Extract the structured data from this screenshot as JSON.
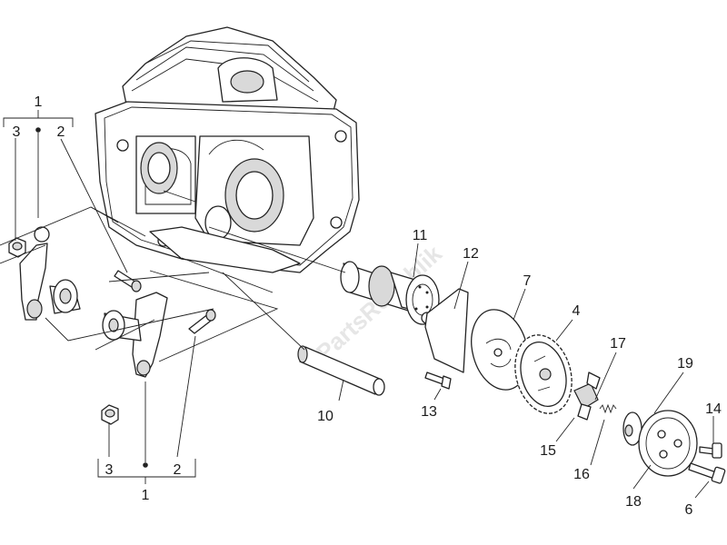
{
  "diagram": {
    "title": "",
    "watermark": "PartsRepublik",
    "callouts": [
      {
        "id": "c1-top",
        "text": "1"
      },
      {
        "id": "c3-top",
        "text": "3"
      },
      {
        "id": "c2-top",
        "text": "2"
      },
      {
        "id": "c11",
        "text": "11"
      },
      {
        "id": "c12",
        "text": "12"
      },
      {
        "id": "c7",
        "text": "7"
      },
      {
        "id": "c4",
        "text": "4"
      },
      {
        "id": "c17",
        "text": "17"
      },
      {
        "id": "c19",
        "text": "19"
      },
      {
        "id": "c14",
        "text": "14"
      },
      {
        "id": "c10",
        "text": "10"
      },
      {
        "id": "c13",
        "text": "13"
      },
      {
        "id": "c15",
        "text": "15"
      },
      {
        "id": "c16",
        "text": "16"
      },
      {
        "id": "c18",
        "text": "18"
      },
      {
        "id": "c6",
        "text": "6"
      },
      {
        "id": "c3-bot",
        "text": "3"
      },
      {
        "id": "c2-bot",
        "text": "2"
      },
      {
        "id": "c1-bot",
        "text": "1"
      }
    ]
  },
  "colors": {
    "line": "#222222",
    "background": "#ffffff",
    "shade": "#d9d9d9",
    "watermark": "#e6e6e6"
  }
}
